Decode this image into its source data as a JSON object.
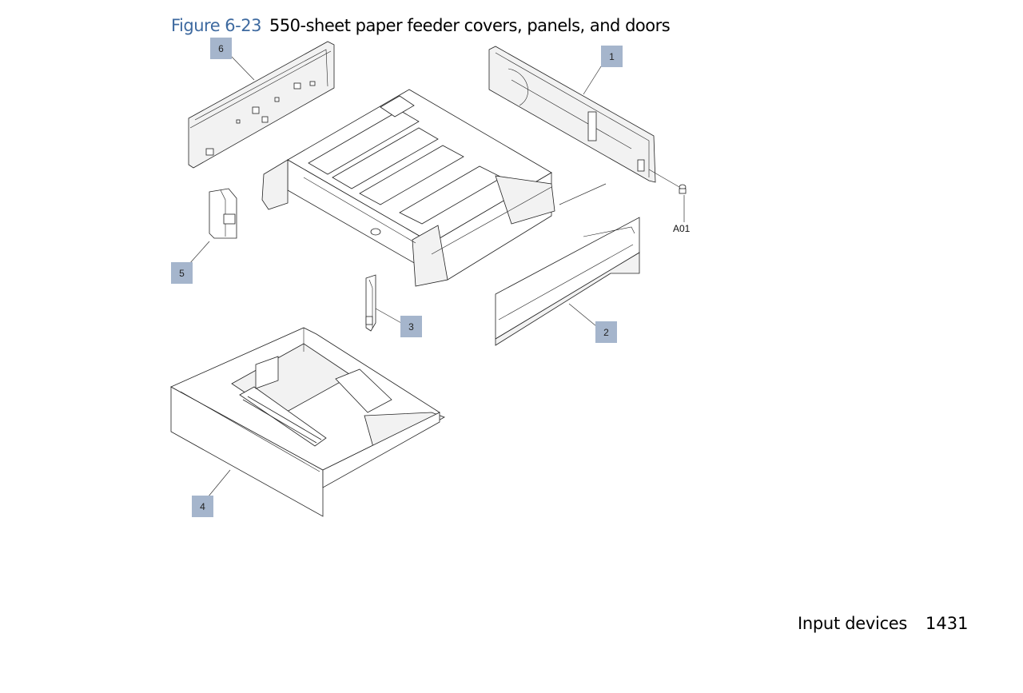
{
  "figure": {
    "number": "Figure 6-23",
    "title": "550-sheet paper feeder covers, panels, and doors"
  },
  "callouts": [
    "1",
    "2",
    "3",
    "4",
    "5",
    "6"
  ],
  "reference_label": "A01",
  "footer": {
    "section": "Input devices",
    "page": "1431"
  },
  "colors": {
    "figure_number": "#3e6aa0",
    "callout_fill": "#a5b5cc"
  }
}
